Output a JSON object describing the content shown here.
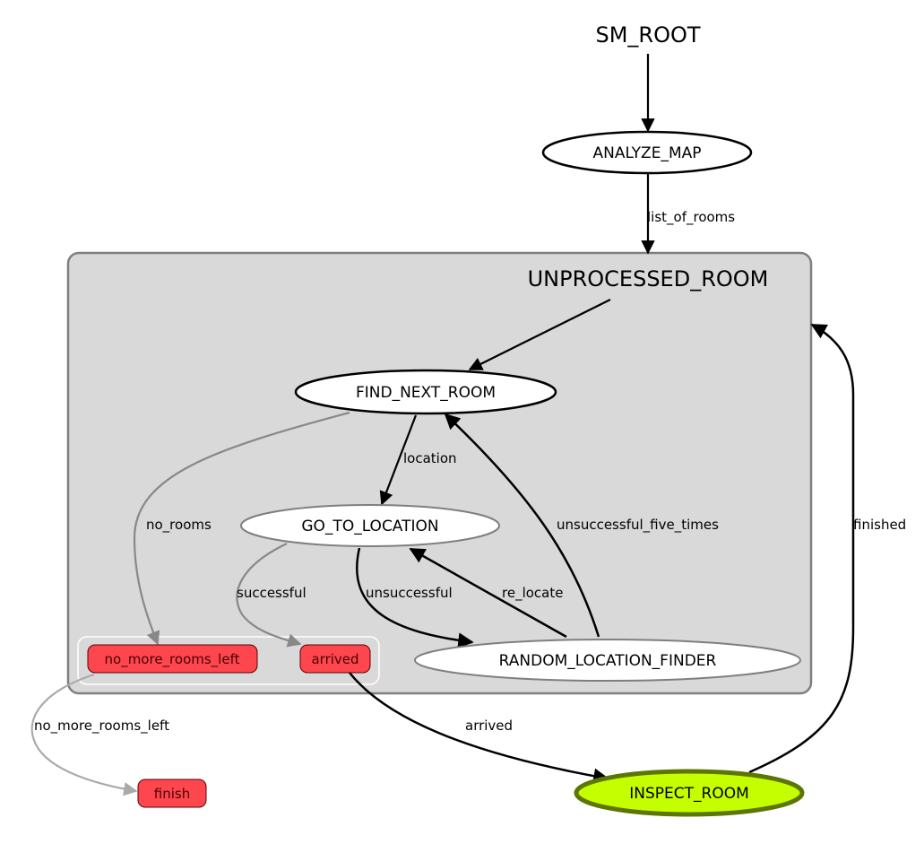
{
  "root": {
    "title": "SM_ROOT"
  },
  "container": {
    "title": "UNPROCESSED_ROOM"
  },
  "states": {
    "analyze_map": "ANALYZE_MAP",
    "find_next_room": "FIND_NEXT_ROOM",
    "go_to_location": "GO_TO_LOCATION",
    "random_location_finder": "RANDOM_LOCATION_FINDER",
    "inspect_room": "INSPECT_ROOM"
  },
  "outcomes": {
    "no_more_rooms_left": "no_more_rooms_left",
    "arrived": "arrived",
    "finish": "finish"
  },
  "transitions": {
    "list_of_rooms": "list_of_rooms",
    "location": "location",
    "no_rooms": "no_rooms",
    "successful": "successful",
    "unsuccessful": "unsuccessful",
    "re_locate": "re_locate",
    "unsuccessful_five_times": "unsuccessful_five_times",
    "finished": "finished",
    "arrived": "arrived",
    "no_more_rooms_left": "no_more_rooms_left"
  },
  "colors": {
    "container_fill": "#d9d9d9",
    "container_stroke": "#7f7f7f",
    "outcome_fill": "#fe464f",
    "outcome_stroke": "#5a0000",
    "active_fill": "#c5fe00",
    "active_stroke": "#5c7600",
    "edge": "#000000",
    "edge_gray": "#888888",
    "edge_light": "#aaaaaa"
  }
}
